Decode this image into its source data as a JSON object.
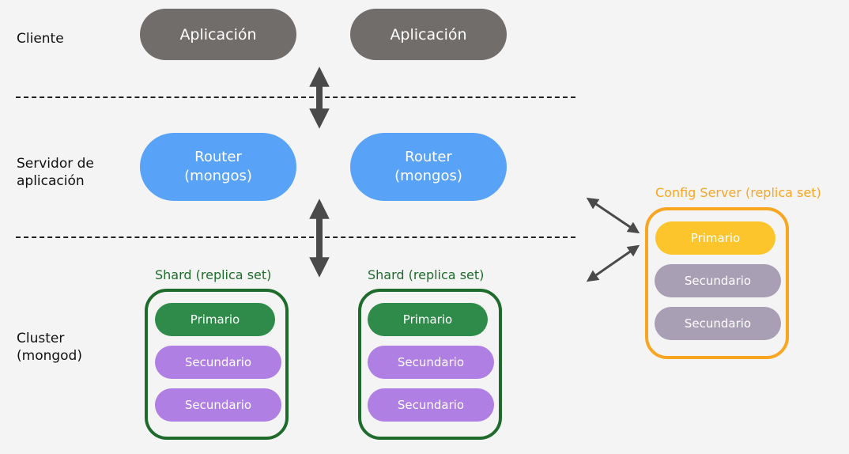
{
  "tiers": {
    "client": "Cliente",
    "app_server": "Servidor de\naplicación",
    "cluster": "Cluster\n(mongod)"
  },
  "applications": [
    "Aplicación",
    "Aplicación"
  ],
  "routers": [
    "Router\n(mongos)",
    "Router\n(mongos)"
  ],
  "shards": [
    {
      "title": "Shard (replica set)",
      "nodes": [
        "Primario",
        "Secundario",
        "Secundario"
      ]
    },
    {
      "title": "Shard (replica set)",
      "nodes": [
        "Primario",
        "Secundario",
        "Secundario"
      ]
    }
  ],
  "config_server": {
    "title": "Config Server (replica set)",
    "nodes": [
      "Primario",
      "Secundario",
      "Secundario"
    ]
  },
  "colors": {
    "background": "#f4f4f4",
    "application": "#716d6b",
    "router": "#58a3f7",
    "shard_border": "#1e6b2c",
    "shard_primary": "#2e8b4a",
    "secondary": "#b07fe3",
    "config_border": "#f8a621",
    "config_primary": "#fbc52b",
    "config_secondary": "#a99fb4",
    "arrow": "#4a4a4a"
  }
}
